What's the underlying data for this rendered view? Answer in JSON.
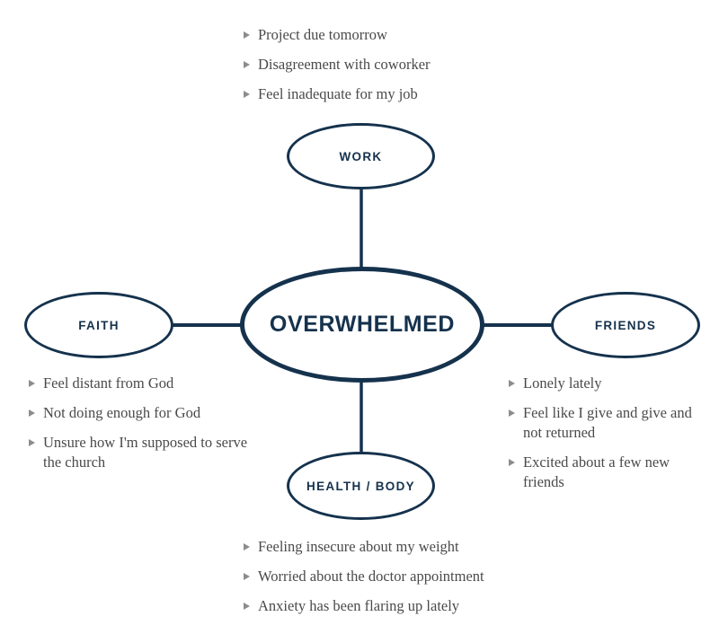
{
  "diagram": {
    "type": "mind-map",
    "title": "Overwhelmed",
    "center": {
      "id": "center-node",
      "label": "OVERWHELMED"
    },
    "accent_color": "#15324d",
    "text_color": "#4a4a4a",
    "background_color": "#ffffff",
    "bullet_color": "#8c8c8c",
    "branches": [
      {
        "id": "work",
        "label": "WORK",
        "position": "top",
        "notes": [
          "Project due tomorrow",
          "Disagreement with coworker",
          "Feel inadequate for my job"
        ]
      },
      {
        "id": "friends",
        "label": "FRIENDS",
        "position": "right",
        "notes": [
          "Lonely lately",
          "Feel like I give and give and not returned",
          "Excited about a few new friends"
        ]
      },
      {
        "id": "health-body",
        "label": "HEALTH / BODY",
        "position": "bottom",
        "notes": [
          "Feeling insecure about my weight",
          "Worried about the doctor appointment",
          "Anxiety has been flaring up lately"
        ]
      },
      {
        "id": "faith",
        "label": "FAITH",
        "position": "left",
        "notes": [
          "Feel distant from God",
          "Not doing enough for God",
          "Unsure how I'm supposed to serve the church"
        ]
      }
    ]
  }
}
